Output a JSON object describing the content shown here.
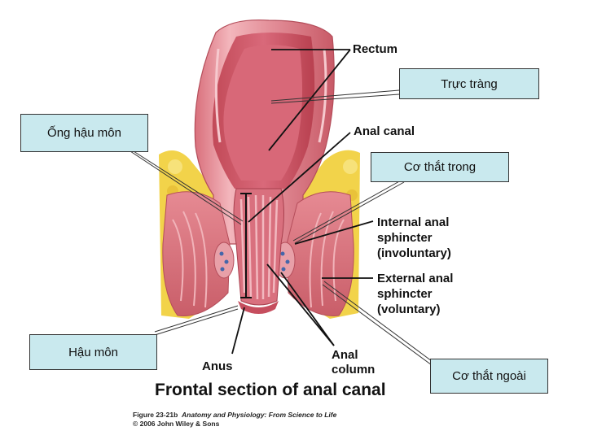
{
  "labels_en": {
    "rectum": "Rectum",
    "anal_canal": "Anal canal",
    "internal_1": "Internal anal",
    "internal_2": "sphincter",
    "internal_3": "(involuntary)",
    "external_1": "External anal",
    "external_2": "sphincter",
    "external_3": "(voluntary)",
    "anus": "Anus",
    "anal_column_1": "Anal",
    "anal_column_2": "column"
  },
  "labels_vn": {
    "truc_trang": "Trực tràng",
    "ong_hau_mon": "Ống hậu môn",
    "co_that_trong": "Cơ thắt trong",
    "hau_mon": "Hậu môn",
    "co_that_ngoai": "Cơ thắt ngoài"
  },
  "title": "Frontal section of anal canal",
  "credit": {
    "figure": "Figure 23-21b",
    "book": "Anatomy and Physiology: From Science to Life",
    "copyright": "© 2006 John Wiley & Sons"
  },
  "colors": {
    "tissue_pink": "#e8919a",
    "tissue_dark": "#c2525f",
    "fat_yellow": "#f2d34a",
    "box_fill": "#c9e9ee"
  }
}
